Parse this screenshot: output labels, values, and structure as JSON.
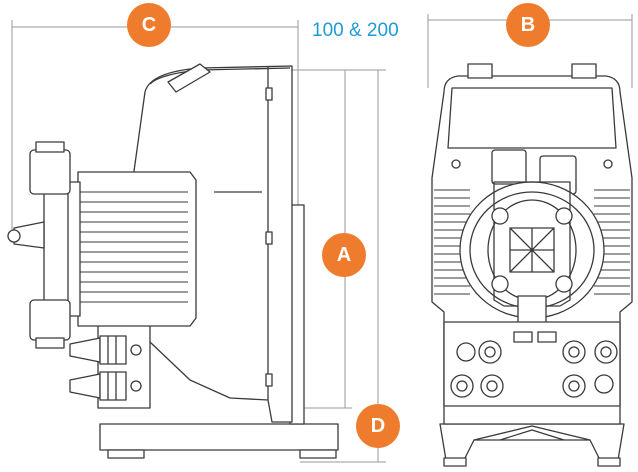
{
  "model_label": "100 & 200",
  "dimensions": [
    {
      "id": "C",
      "label": "C"
    },
    {
      "id": "B",
      "label": "B"
    },
    {
      "id": "A",
      "label": "A"
    },
    {
      "id": "D",
      "label": "D"
    }
  ],
  "colors": {
    "badge": "#ef7b2d",
    "model_text": "#1e9ad6",
    "line": "#3a3a3a",
    "dim_line": "#9a9a9a",
    "body_fill": "#ffffff"
  }
}
